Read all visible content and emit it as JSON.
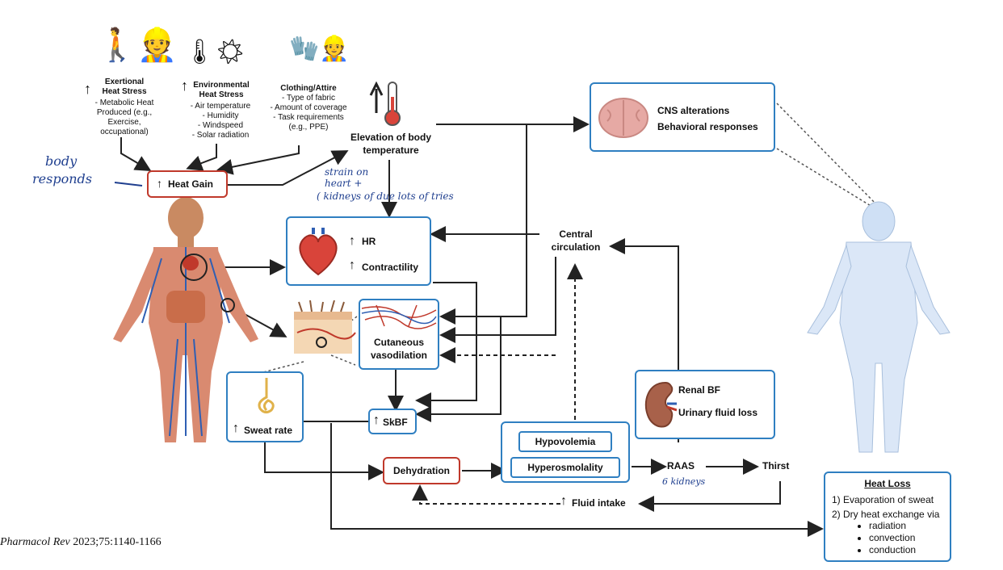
{
  "stressors": {
    "exertional": {
      "title": "Exertional Heat Stress",
      "detail": "- Metabolic Heat Produced (e.g., Exercise, occupational)"
    },
    "environmental": {
      "title": "Environmental Heat Stress",
      "items": [
        "- Air temperature",
        "- Humidity",
        "- Windspeed",
        "- Solar radiation"
      ]
    },
    "clothing": {
      "title": "Clothing/Attire",
      "items": [
        "- Type of fabric",
        "- Amount of coverage",
        "- Task requirements",
        "(e.g., PPE)"
      ]
    }
  },
  "nodes": {
    "heat_gain": "Heat Gain",
    "elevation": "Elevation of body temperature",
    "cns": [
      "CNS alterations",
      "Behavioral responses"
    ],
    "hr": "HR",
    "contractility": "Contractility",
    "central_circulation": "Central circulation",
    "cutaneous": "Cutaneous vasodilation",
    "sweat_rate": "Sweat rate",
    "skbf": "SkBF",
    "renal": [
      "Renal BF",
      "Urinary fluid loss"
    ],
    "hypovolemia": "Hypovolemia",
    "hyperosmolality": "Hyperosmolality",
    "dehydration": "Dehydration",
    "raas": "RAAS",
    "thirst": "Thirst",
    "fluid_intake": "Fluid intake"
  },
  "heat_loss": {
    "title": "Heat Loss",
    "item1": "1) Evaporation of sweat",
    "item2": "2) Dry heat exchange via",
    "bullets": [
      "radiation",
      "convection",
      "conduction"
    ]
  },
  "citation": {
    "journal": "Pharmacol Rev",
    "ref": "2023;75:1140-1166"
  },
  "handwriting": {
    "body_responds": [
      "body",
      "responds"
    ],
    "strain": [
      "strain on",
      "heart +",
      "( kidneys of due lots of tries"
    ],
    "kidneys": "6 kidneys"
  },
  "colors": {
    "box_border": "#2f7fc1",
    "alert_border": "#c0392b",
    "arrow": "#222222",
    "ink": "#1f3f8f"
  }
}
